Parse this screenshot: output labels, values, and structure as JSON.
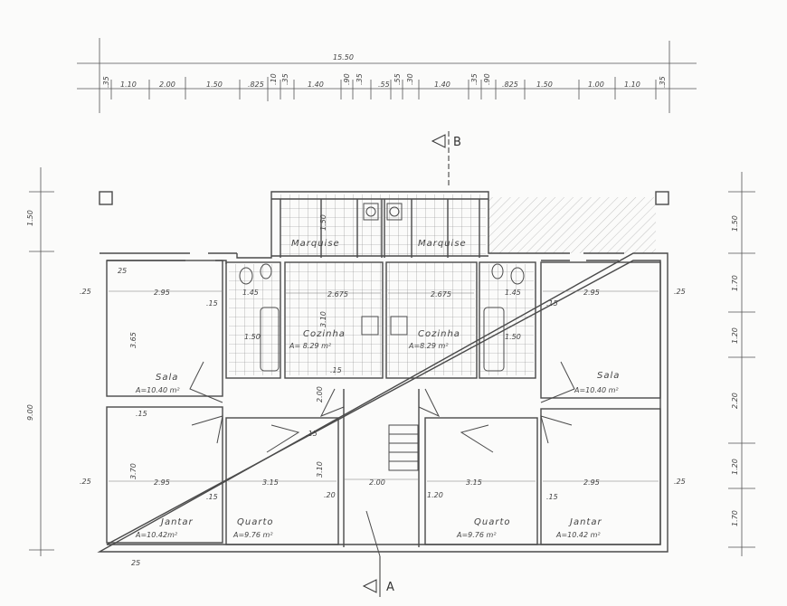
{
  "dimensions": {
    "top_total": "15.50",
    "top_chain": [
      ".35",
      "1.10",
      "2.00",
      "1.50",
      ".825",
      ".10",
      ".35",
      "1.40",
      ".90",
      ".35",
      ".55",
      ".55",
      ".30",
      "1.40",
      ".35",
      ".90",
      ".825",
      "1.50",
      "1.00",
      "1.10",
      ".35"
    ],
    "left_total": "9.00",
    "left_chain": [
      "1.50"
    ],
    "right_chain": [
      "1.50",
      "1.70",
      "1.20",
      "2.20",
      "1.20",
      "1.70"
    ],
    "interior": {
      "sala_l_w": "2.95",
      "sala_l_h": "3.65",
      "sala_r_w": "2.95",
      "jantar_l_w": "2.95",
      "jantar_l_h": "3.70",
      "jantar_r_w": "2.95",
      "quarto_l_w": "3.15",
      "quarto_r_w": "3.15",
      "cozinha_l_w": "2.675",
      "cozinha_r_w": "2.675",
      "cozinha_h": "3.10",
      "hall_w": "2.00",
      "hall_h": "2.00",
      "quarto_h": "3.10",
      "marquise_h": "1.50",
      "wc_l_w": "1.45",
      "wc_r_w": "1.45",
      "wc_l_h": "1.50",
      "wc_r_h": "1.50",
      "wall_25": ".25",
      "wall_15": ".15",
      "wall_20": ".20",
      "hall_120": "1.20",
      "bottom_25": "25",
      "top_25": "25"
    }
  },
  "section_marks": {
    "top": "B",
    "bottom": "A"
  },
  "rooms": {
    "marquise_l": "Marquise",
    "marquise_r": "Marquise",
    "cozinha_l": {
      "name": "Cozinha",
      "area": "A= 8.29 m²"
    },
    "cozinha_r": {
      "name": "Cozinha",
      "area": "A=8.29 m²"
    },
    "sala_l": {
      "name": "Sala",
      "area": "A=10.40 m²"
    },
    "sala_r": {
      "name": "Sala",
      "area": "A=10.40 m²"
    },
    "jantar_l": {
      "name": "Jantar",
      "area": "A=10.42m²"
    },
    "jantar_r": {
      "name": "Jantar",
      "area": "A=10.42 m²"
    },
    "quarto_l": {
      "name": "Quarto",
      "area": "A=9.76 m²"
    },
    "quarto_r": {
      "name": "Quarto",
      "area": "A=9.76 m²"
    }
  },
  "colors": {
    "line": "#4a4a4a",
    "hatch": "#b0b0b0",
    "paper": "#fbfbfa"
  }
}
